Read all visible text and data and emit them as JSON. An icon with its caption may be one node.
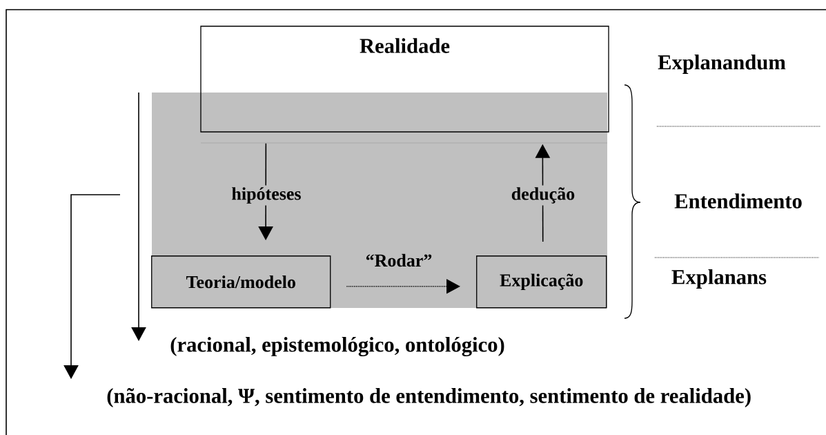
{
  "diagram": {
    "nodes": [
      {
        "text": [
          "Realidade"
        ]
      },
      {
        "text": [],
        "shape": "box"
      },
      {
        "text": [
          "Teoria/modelo"
        ],
        "in": 1
      },
      {
        "text": [
          "Explicação"
        ],
        "in": 1
      },
      {
        "text": [
          "(racional, epistemológico, ontológico)"
        ]
      },
      {
        "text": [
          "(não-racional, Ψ, sentimento de entendimento, sentimento de realidade)"
        ]
      }
    ],
    "edges": [
      {
        "from": 0,
        "to": 2,
        "arrow": "to",
        "label": "hipóteses"
      },
      {
        "from": 3,
        "to": 0,
        "arrow": "to",
        "label": "dedução"
      },
      {
        "from": 2,
        "to": 3,
        "arrow": "to",
        "label": "“Rodar”",
        "style": "dashed"
      },
      {
        "from": null,
        "to": 4,
        "arrow": "to"
      },
      {
        "from": null,
        "to": 5,
        "arrow": "to"
      }
    ],
    "labels": [
      "Explanandum",
      "Entendimento",
      "Explanans"
    ]
  }
}
